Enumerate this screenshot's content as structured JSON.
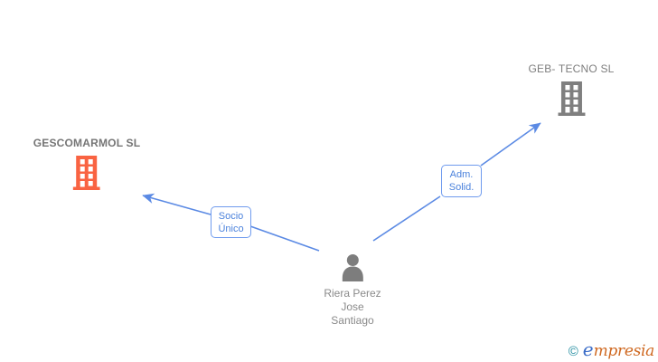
{
  "diagram": {
    "companies": [
      {
        "name": "GESCOMARMOL SL",
        "emphasis": true,
        "icon": "building-icon",
        "icon_color": "#f96342"
      },
      {
        "name": "GEB- TECNO SL",
        "emphasis": false,
        "icon": "building-icon",
        "icon_color": "#7f7f7f"
      }
    ],
    "person": {
      "icon": "person-icon",
      "icon_color": "#7d7d7d",
      "name_lines": [
        "Riera Perez",
        "Jose",
        "Santiago"
      ]
    },
    "relations": [
      {
        "label_lines": [
          "Socio",
          "Único"
        ],
        "from": "Riera Perez Jose Santiago",
        "to": "GESCOMARMOL SL"
      },
      {
        "label_lines": [
          "Adm.",
          "Solid."
        ],
        "from": "Riera Perez Jose Santiago",
        "to": "GEB- TECNO SL"
      }
    ],
    "colors": {
      "edge_blue": "#5b8ae4",
      "relation_border_blue": "#6f9bee",
      "relation_text_blue": "#4b82dc",
      "company_orange": "#f96342",
      "neutral_gray": "#7f7f7f",
      "label_gray": "#7e7e7e"
    }
  },
  "footer": {
    "copyright_symbol": "©",
    "brand_first_letter": "e",
    "brand_rest": "mpresia"
  }
}
